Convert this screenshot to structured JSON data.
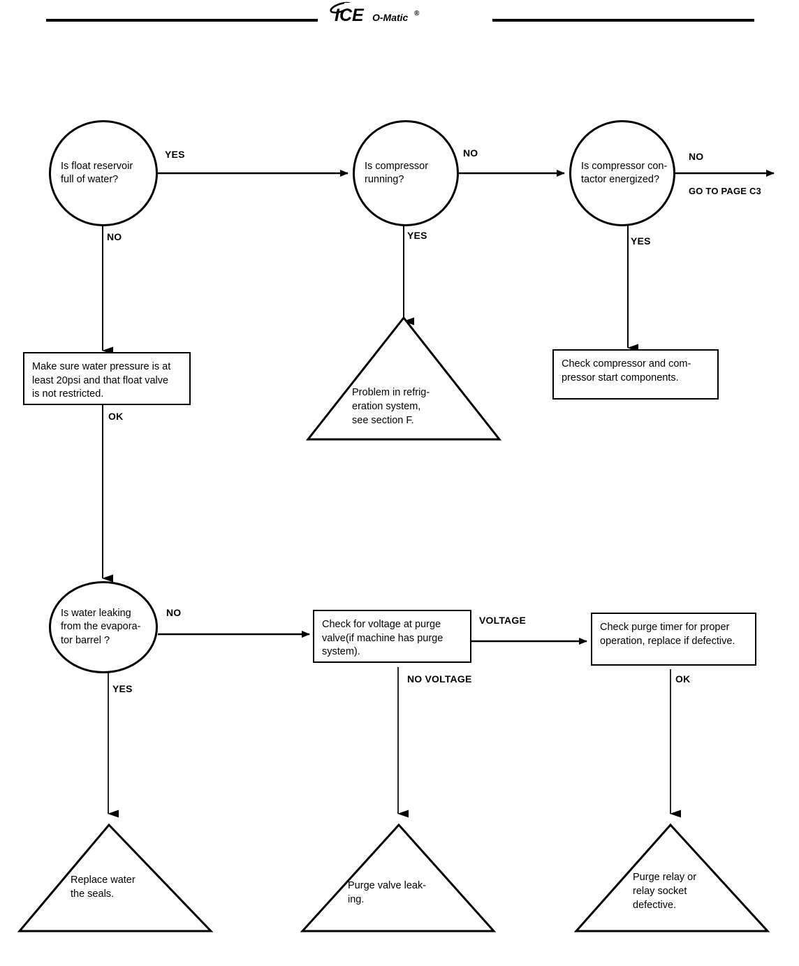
{
  "header": {
    "brand_primary": "ICE",
    "brand_secondary": "O-Matic",
    "brand_registered": "®"
  },
  "diagram": {
    "type": "flowchart",
    "title": "Ice machine water / compressor troubleshooting flowchart",
    "nodes": [
      {
        "id": "q-float-reservoir",
        "shape": "circle",
        "text": "Is float reservoir\nfull of water?"
      },
      {
        "id": "q-compressor-running",
        "shape": "circle",
        "text": "Is compressor\nrunning?"
      },
      {
        "id": "q-contactor-energized",
        "shape": "circle",
        "text": "Is compressor con-\ntactor energized?"
      },
      {
        "id": "a-water-pressure",
        "shape": "box",
        "text": "Make sure water pressure is at\nleast 20psi and that float valve\nis not restricted."
      },
      {
        "id": "t-refrigeration",
        "shape": "triangle",
        "text": "Problem in refrig-\neration system,\nsee section F."
      },
      {
        "id": "a-check-compressor",
        "shape": "box",
        "text": "Check compressor and com-\npressor start components."
      },
      {
        "id": "q-water-leaking",
        "shape": "circle",
        "text": "Is water leaking\nfrom the evapora-\ntor barrel ?"
      },
      {
        "id": "a-check-purge-voltage",
        "shape": "box",
        "text": "Check for voltage at purge\nvalve(if machine has purge\nsystem)."
      },
      {
        "id": "a-check-purge-timer",
        "shape": "box",
        "text": "Check purge timer for proper\noperation, replace if defective."
      },
      {
        "id": "t-replace-seals",
        "shape": "triangle",
        "text": "Replace water\nthe seals."
      },
      {
        "id": "t-purge-valve-leaking",
        "shape": "triangle",
        "text": "Purge valve leak-\ning."
      },
      {
        "id": "t-purge-relay",
        "shape": "triangle",
        "text": "Purge relay or\nrelay socket\ndefective."
      }
    ],
    "edge_labels": {
      "float_yes": "YES",
      "float_no": "NO",
      "compressor_no": "NO",
      "compressor_yes": "YES",
      "contactor_no": "NO",
      "contactor_goto": "GO TO  PAGE C3",
      "contactor_yes": "YES",
      "pressure_ok": "OK",
      "leaking_no": "NO",
      "leaking_yes": "YES",
      "purge_voltage": "VOLTAGE",
      "purge_no_voltage": "NO VOLTAGE",
      "timer_ok": "OK"
    }
  }
}
